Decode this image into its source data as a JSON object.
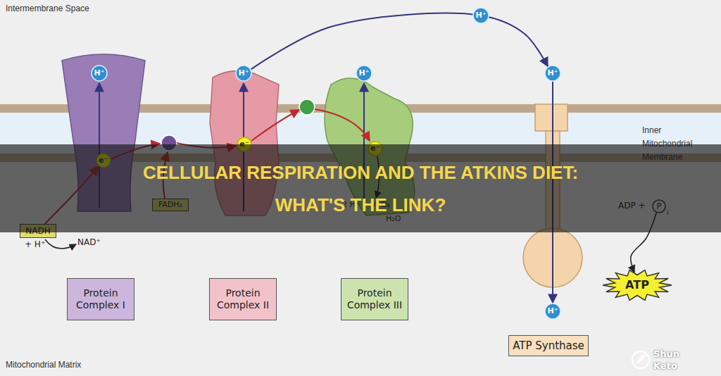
{
  "diagram": {
    "title": "CELLULAR RESPIRATION AND THE ATKINS DIET: WHAT'S THE LINK?",
    "nodes": [
      {
        "text": [
          "H⁺"
        ]
      },
      {
        "text": [
          "H⁺"
        ]
      },
      {
        "text": [
          "H⁺"
        ]
      },
      {
        "text": [
          "H⁺"
        ]
      },
      {
        "text": [
          "H⁺"
        ]
      },
      {
        "text": [
          "e⁻"
        ]
      },
      {
        "text": [
          "e⁻"
        ]
      },
      {
        "text": [
          "e⁻"
        ]
      },
      {
        "text": [
          "FADH₂"
        ]
      },
      {
        "text": [
          "P"
        ]
      },
      {
        "text": [
          "NADH",
          "+ H⁺"
        ]
      },
      {
        "text": [
          "Protein Complex I"
        ]
      },
      {
        "text": [
          "Protein Complex II"
        ]
      },
      {
        "text": [
          "Protein Complex III"
        ]
      },
      {
        "text": [
          "ATP"
        ]
      },
      {
        "text": [
          "H⁺"
        ]
      },
      {
        "text": [
          "ATP Synthase"
        ]
      }
    ],
    "edges": [
      {
        "from": 2,
        "to": 4,
        "arrow": "to"
      },
      {
        "from": 4,
        "to": 15,
        "arrow": "to"
      },
      {
        "from": 10,
        "to": 5,
        "arrow": "to"
      },
      {
        "from": 9,
        "to": 14,
        "arrow": "to"
      }
    ],
    "labels": [
      "Intermembrane Space",
      "Inner Mitochondrial Membrane",
      "Mitochondrial Matrix",
      "NAD⁺",
      "2 H⁺ + ½ O₂",
      "H₂O",
      "ADP +",
      "i",
      "Shun Keto"
    ]
  }
}
